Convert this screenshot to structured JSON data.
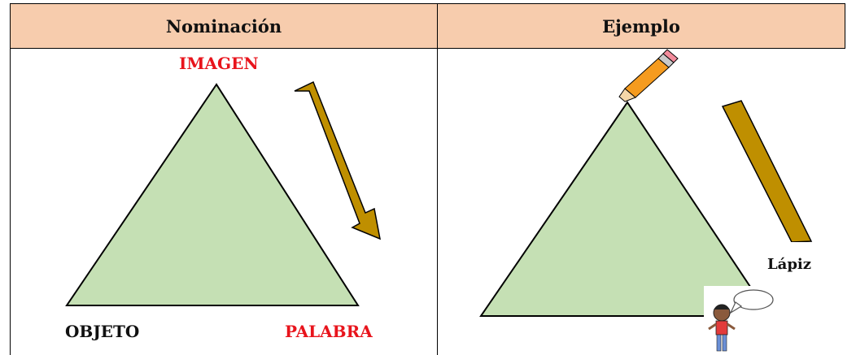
{
  "table": {
    "headers": [
      "Nominación",
      "Ejemplo"
    ]
  },
  "nominacion": {
    "top_label": "IMAGEN",
    "bottom_left_label": "OBJETO",
    "bottom_right_label": "PALABRA"
  },
  "ejemplo": {
    "word_label": "Lápiz"
  },
  "colors": {
    "header_bg": "#f7ccad",
    "triangle_fill": "#c5e0b4",
    "arrow_fill": "#bf8f00",
    "red_label": "#e8141c"
  },
  "icons": [
    "pencil-icon",
    "child-speech-bubble-icon",
    "arrow-icon"
  ]
}
